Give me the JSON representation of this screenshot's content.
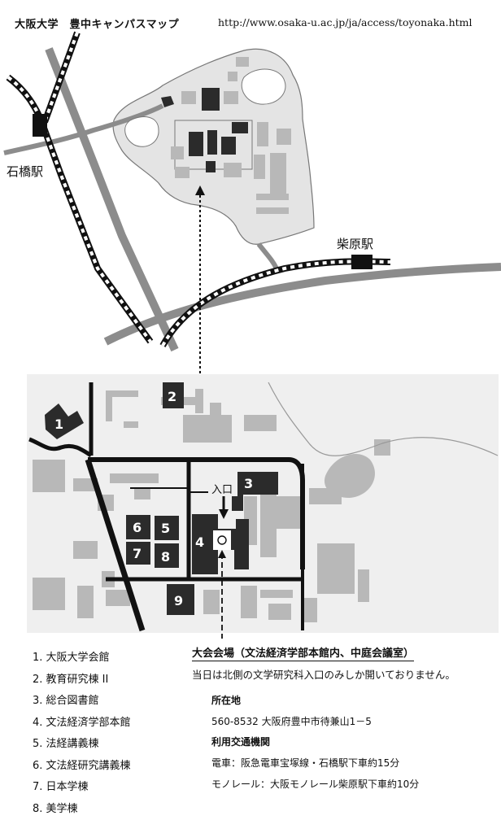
{
  "header": {
    "title": "大阪大学　豊中キャンパスマップ",
    "url": "http://www.osaka-u.ac.jp/ja/access/toyonaka.html"
  },
  "map": {
    "stations": [
      {
        "name": "石橋駅"
      },
      {
        "name": "柴原駅"
      }
    ],
    "entrance_label": "入口",
    "building_numbers": [
      "1",
      "2",
      "3",
      "4",
      "5",
      "6",
      "7",
      "8",
      "9"
    ],
    "colors": {
      "building_dark": "#2b2b2b",
      "building_light": "#b8b8b8",
      "road": "#8c8c8c",
      "campus": "#e4e4e4",
      "detail_bg": "#efefef"
    }
  },
  "legend": [
    "1. 大阪大学会館",
    "2. 教育研究棟 II",
    "3. 総合図書館",
    "4. 文法経済学部本館",
    "5. 法経講義棟",
    "6. 文法経研究講義棟",
    "7. 日本学棟",
    "8. 美学棟"
  ],
  "venue": {
    "title": "大会会場（文法経済学部本館内、中庭会議室）",
    "note": "当日は北側の文学研究科入口のみしか開いておりません。"
  },
  "address": {
    "heading": "所在地",
    "text": "560-8532  大阪府豊中市待兼山1－5"
  },
  "transport": {
    "heading": "利用交通機関",
    "train": "電車：阪急電車宝塚線・石橋駅下車約15分",
    "monorail": "モノレール：大阪モノレール柴原駅下車約10分"
  }
}
